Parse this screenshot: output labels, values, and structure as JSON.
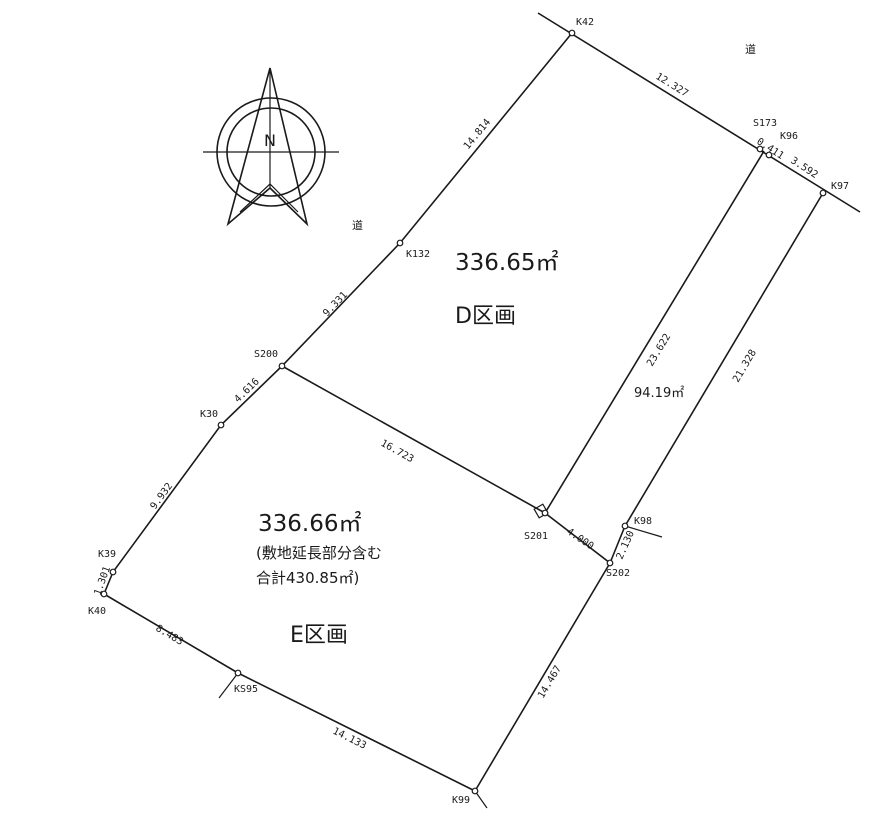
{
  "compass": {
    "letter": "N"
  },
  "roads": [
    {
      "id": "road-northeast",
      "text": "道"
    },
    {
      "id": "road-west",
      "text": "道"
    }
  ],
  "points": [
    {
      "id": "K42",
      "label": "K42"
    },
    {
      "id": "S173",
      "label": "S173"
    },
    {
      "id": "K96",
      "label": "K96"
    },
    {
      "id": "K97",
      "label": "K97"
    },
    {
      "id": "K132",
      "label": "K132"
    },
    {
      "id": "S200",
      "label": "S200"
    },
    {
      "id": "K30",
      "label": "K30"
    },
    {
      "id": "K39",
      "label": "K39"
    },
    {
      "id": "K40",
      "label": "K40"
    },
    {
      "id": "KS95",
      "label": "KS95"
    },
    {
      "id": "K99",
      "label": "K99"
    },
    {
      "id": "S201",
      "label": "S201"
    },
    {
      "id": "S202",
      "label": "S202"
    },
    {
      "id": "K98",
      "label": "K98"
    }
  ],
  "edges": [
    {
      "id": "K42-S173",
      "length": "12.327"
    },
    {
      "id": "S173-K96",
      "length": "0.411"
    },
    {
      "id": "K96-K97",
      "length": "3.592"
    },
    {
      "id": "K42-K132",
      "length": "14.814"
    },
    {
      "id": "K132-S200",
      "length": "9.331"
    },
    {
      "id": "S200-K30",
      "length": "4.616"
    },
    {
      "id": "K30-K39",
      "length": "9.932"
    },
    {
      "id": "K39-K40",
      "length": "1.301"
    },
    {
      "id": "K40-KS95",
      "length": "8.483"
    },
    {
      "id": "KS95-K99",
      "length": "14.133"
    },
    {
      "id": "S200-S201",
      "length": "16.723"
    },
    {
      "id": "S173-S201",
      "length": "23.622"
    },
    {
      "id": "K97-K98",
      "length": "21.328"
    },
    {
      "id": "S201-S202",
      "length": "4.000"
    },
    {
      "id": "S202-K98",
      "length": "2.130"
    },
    {
      "id": "S202-K99",
      "length": "14.467"
    }
  ],
  "lots": [
    {
      "id": "D",
      "area": "336.65㎡",
      "name": "D区画"
    },
    {
      "id": "E",
      "area": "336.66㎡",
      "name": "E区画",
      "note_line1": "(敷地延長部分含む",
      "note_line2": "合計430.85㎡)"
    }
  ],
  "strip_area": "94.19㎡"
}
